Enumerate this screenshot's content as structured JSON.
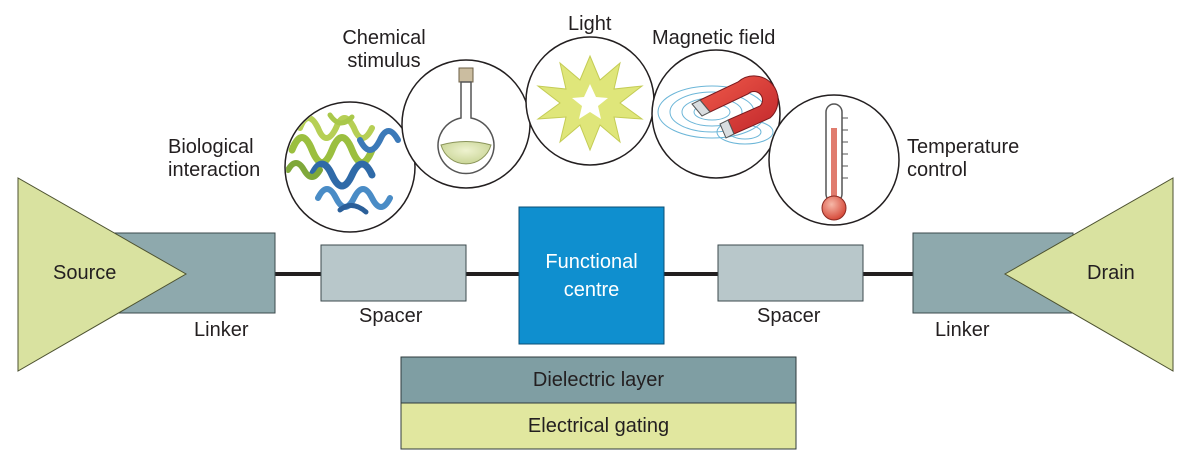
{
  "labels": {
    "source": "Source",
    "drain": "Drain",
    "linker_left": "Linker",
    "linker_right": "Linker",
    "spacer_left": "Spacer",
    "spacer_right": "Spacer",
    "functional_centre_line1": "Functional",
    "functional_centre_line2": "centre",
    "dielectric_layer": "Dielectric layer",
    "electrical_gating": "Electrical gating"
  },
  "stimuli": {
    "biological_line1": "Biological",
    "biological_line2": "interaction",
    "chemical_line1": "Chemical",
    "chemical_line2": "stimulus",
    "light": "Light",
    "magnetic": "Magnetic field",
    "temperature_line1": "Temperature",
    "temperature_line2": "control"
  },
  "colors": {
    "electrode": "#d9e2a0",
    "linker": "#8ea9ad",
    "spacer": "#b8c7ca",
    "functional_centre": "#0f8fcf",
    "dielectric": "#7f9ea3",
    "gating": "#e1e79f"
  }
}
